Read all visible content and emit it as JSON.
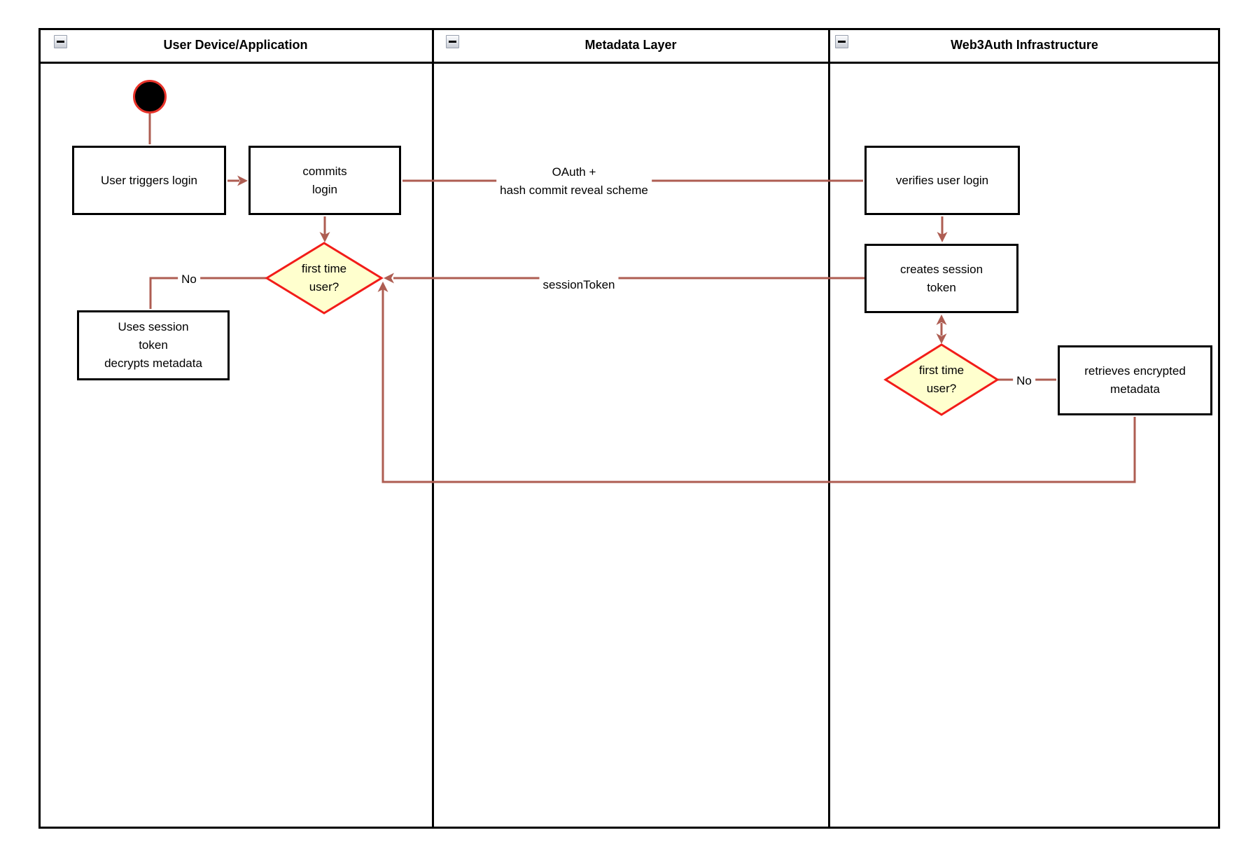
{
  "lanes": [
    {
      "title": "User Device/Application"
    },
    {
      "title": "Metadata Layer"
    },
    {
      "title": "Web3Auth Infrastructure"
    }
  ],
  "nodes": {
    "user_triggers_login": "User triggers login",
    "commits_login": "commits\nlogin",
    "verifies_user_login": "verifies user login",
    "creates_session_token": "creates session\ntoken",
    "first_time_user_device": "first time\nuser?",
    "uses_session_token": "Uses session\ntoken\ndecrypts metadata",
    "first_time_user_infra": "first time\nuser?",
    "retrieves_encrypted_metadata": "retrieves encrypted\nmetadata"
  },
  "edge_labels": {
    "oauth_hash_commit": "OAuth +\nhash commit reveal scheme",
    "session_token": "sessionToken",
    "no_device": "No",
    "no_infra": "No"
  },
  "colors": {
    "connector": "#ae5d52",
    "decision_fill": "#ffffce",
    "decision_stroke": "#f21c19",
    "node_stroke": "#000000",
    "start_node_fill": "#000000",
    "start_node_stroke": "#e8332a"
  }
}
